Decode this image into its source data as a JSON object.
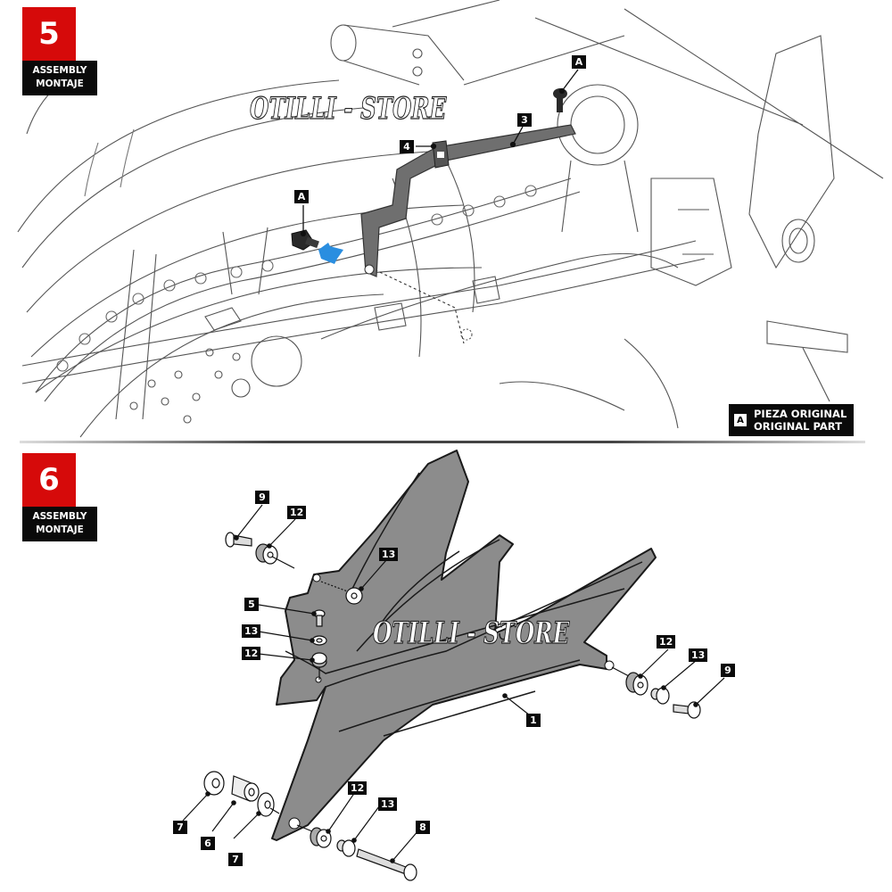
{
  "steps": [
    {
      "number": "5",
      "label_line1": "ASSEMBLY",
      "label_line2": "MONTAJE",
      "callouts": [
        "A",
        "3",
        "4",
        "A"
      ],
      "legend": {
        "key": "A",
        "line1": "PIEZA ORIGINAL",
        "line2": "ORIGINAL PART"
      },
      "watermark": "OTILLI - STORE"
    },
    {
      "number": "6",
      "label_line1": "ASSEMBLY",
      "label_line2": "MONTAJE",
      "callouts": [
        "9",
        "12",
        "13",
        "5",
        "13",
        "12",
        "1",
        "12",
        "13",
        "9",
        "7",
        "6",
        "7",
        "12",
        "13",
        "8"
      ],
      "watermark": "OTILLI - STORE"
    }
  ],
  "colors": {
    "step_red": "#d60a0a",
    "label_black": "#0a0a0a",
    "part_gray": "#8c8c8c",
    "arrow_blue": "#2a8ee0"
  }
}
